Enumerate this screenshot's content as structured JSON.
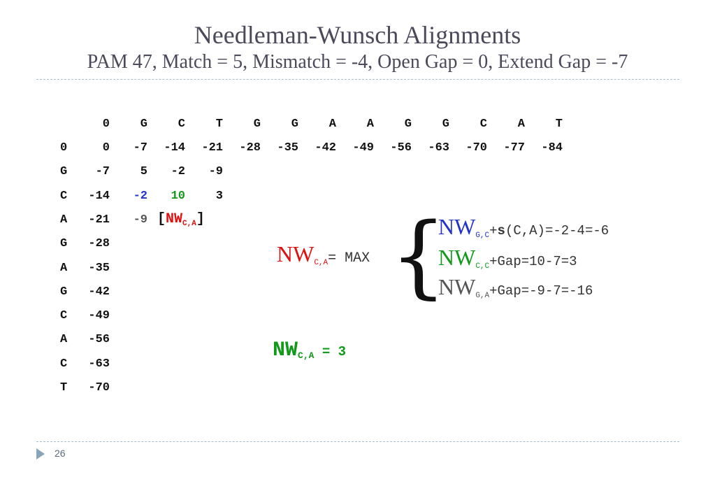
{
  "title": "Needleman-Wunsch Alignments",
  "subtitle": "PAM 47, Match = 5, Mismatch = -4, Open Gap = 0, Extend Gap = -7",
  "matrix": {
    "col_headers": [
      "0",
      "G",
      "C",
      "T",
      "G",
      "G",
      "A",
      "A",
      "G",
      "G",
      "C",
      "A",
      "T"
    ],
    "rows": [
      {
        "label": "0",
        "cells": [
          "0",
          "-7",
          "-14",
          "-21",
          "-28",
          "-35",
          "-42",
          "-49",
          "-56",
          "-63",
          "-70",
          "-77",
          "-84"
        ]
      },
      {
        "label": "G",
        "cells": [
          "-7",
          "5",
          "-2",
          "-9"
        ]
      },
      {
        "label": "C",
        "cells": [
          "-14",
          "-2",
          "10",
          "3"
        ]
      },
      {
        "label": "A",
        "cells": [
          "-21",
          "-9"
        ]
      },
      {
        "label": "G",
        "cells": [
          "-28"
        ]
      },
      {
        "label": "A",
        "cells": [
          "-35"
        ]
      },
      {
        "label": "G",
        "cells": [
          "-42"
        ]
      },
      {
        "label": "C",
        "cells": [
          "-49"
        ]
      },
      {
        "label": "A",
        "cells": [
          "-56"
        ]
      },
      {
        "label": "C",
        "cells": [
          "-63"
        ]
      },
      {
        "label": "T",
        "cells": [
          "-70"
        ]
      }
    ],
    "current_cell": {
      "open": "[",
      "name": "NW",
      "sub": "C,A",
      "close": "]"
    }
  },
  "formula": {
    "lhs_name": "NW",
    "lhs_sub": "C,A",
    "lhs_op": "= MAX",
    "brace": "{",
    "terms": [
      {
        "name": "NW",
        "sub": "G,C",
        "plus": "+",
        "s": "s",
        "rest": "(C,A)=-2-4=-6"
      },
      {
        "name": "NW",
        "sub": "C,C",
        "rest": "+Gap=10-7=3"
      },
      {
        "name": "NW",
        "sub": "G,A",
        "rest": "+Gap=-9-7=-16"
      }
    ]
  },
  "result": {
    "name": "NW",
    "sub": "C,A",
    "value": " = 3"
  },
  "footer": {
    "page_number": "26"
  },
  "colors": {
    "blue": "#2233cc",
    "green": "#11991a",
    "red": "#e01010",
    "rule": "#a9bccb"
  }
}
